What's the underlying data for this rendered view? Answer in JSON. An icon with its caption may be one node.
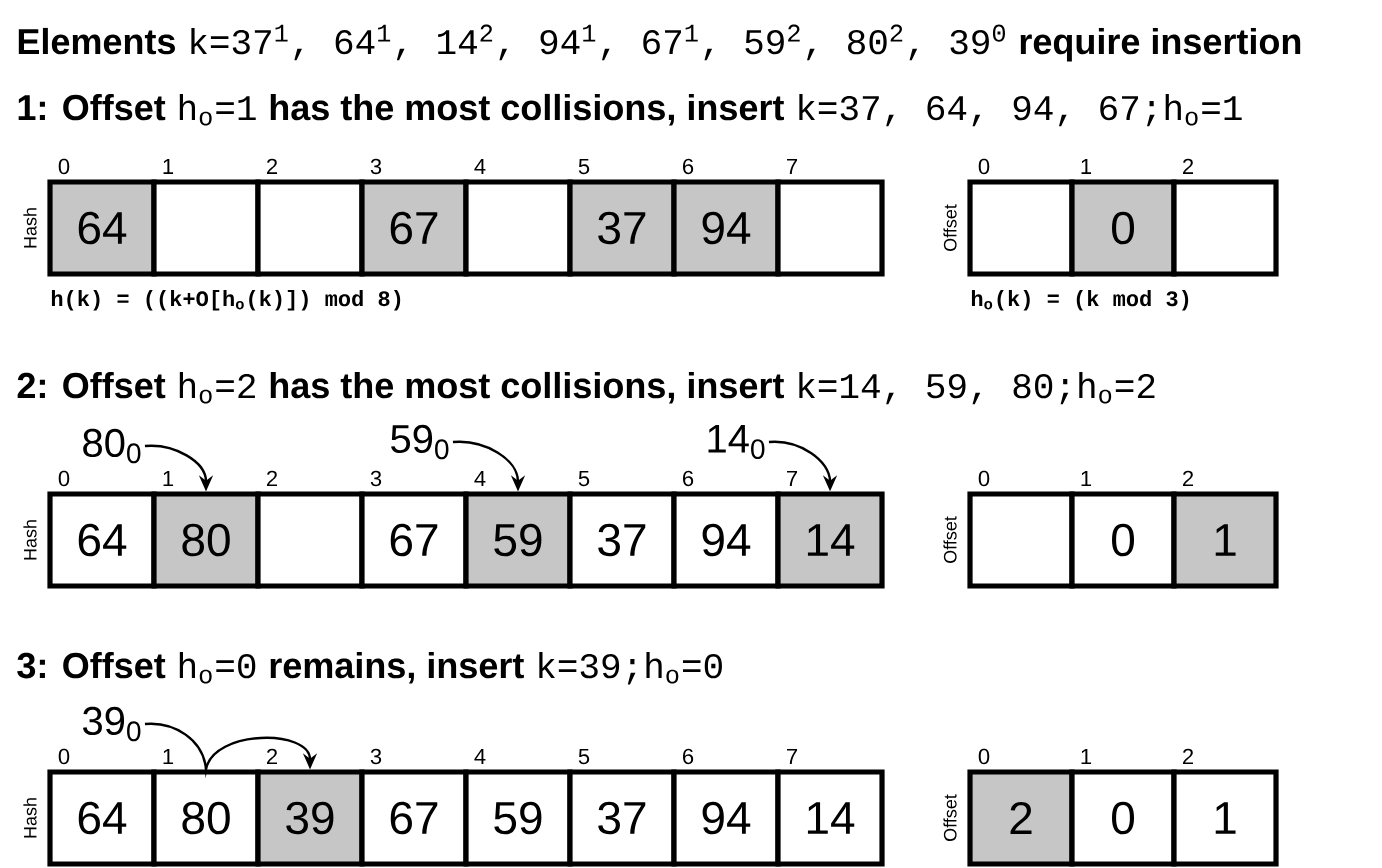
{
  "diagram": {
    "nodes": [
      {
        "text": [
          "64"
        ]
      },
      {
        "text": [],
        "shape": "box"
      },
      {
        "text": [],
        "shape": "box"
      },
      {
        "text": [
          "67"
        ]
      },
      {
        "text": [],
        "shape": "box"
      },
      {
        "text": [
          "37"
        ]
      },
      {
        "text": [
          "94"
        ]
      },
      {
        "text": [],
        "shape": "box"
      },
      {
        "text": [],
        "shape": "box"
      },
      {
        "text": [
          "0"
        ]
      },
      {
        "text": [],
        "shape": "box"
      },
      {
        "text": [
          "80$_{0}$"
        ]
      },
      {
        "text": [
          "59$_{0}$"
        ]
      },
      {
        "text": [
          "14$_{0}$"
        ]
      },
      {
        "text": [
          "64"
        ]
      },
      {
        "text": [
          "80"
        ]
      },
      {
        "text": [],
        "shape": "box"
      },
      {
        "text": [
          "67"
        ]
      },
      {
        "text": [
          "59"
        ]
      },
      {
        "text": [
          "37"
        ]
      },
      {
        "text": [
          "94"
        ]
      },
      {
        "text": [
          "14"
        ]
      },
      {
        "text": [],
        "shape": "box"
      },
      {
        "text": [
          "0"
        ]
      },
      {
        "text": [
          "1"
        ]
      },
      {
        "text": [
          "39$_{0}$"
        ]
      },
      {
        "text": [
          "64"
        ]
      },
      {
        "text": [
          "80"
        ]
      },
      {
        "text": [
          "39"
        ]
      },
      {
        "text": [
          "67"
        ]
      },
      {
        "text": [
          "59"
        ]
      },
      {
        "text": [
          "37"
        ]
      },
      {
        "text": [
          "94"
        ]
      },
      {
        "text": [
          "14"
        ]
      },
      {
        "text": [
          "2"
        ]
      },
      {
        "text": [
          "0"
        ]
      },
      {
        "text": [
          "1"
        ]
      }
    ],
    "edges": [
      {
        "from": 11,
        "to": 15,
        "arrow": "to"
      },
      {
        "from": 12,
        "to": 18,
        "arrow": "to"
      },
      {
        "from": 13,
        "to": 21,
        "arrow": "to"
      },
      {
        "from": 25,
        "to": 28,
        "arrow": "to"
      }
    ],
    "labels": [
      "Elements",
      "k=37$^{1}$, 64$^{1}$, 14$^{2}$, 94$^{1}$, 67$^{1}$, 59$^{2}$, 80$^{2}$, 39$^{0}$",
      "require insertion",
      "1: Offset",
      "h$_{o}$=1",
      "has the most collisions, insert",
      "k=37, 64, 94, 67;h$_{o}$=1",
      "0",
      "1",
      "2",
      "3",
      "4",
      "5",
      "6",
      "7",
      "0",
      "1",
      "2",
      "Hash",
      "Offset",
      "h(k) = ((k+O[h$_{o}$(k)]) mod 8)",
      "h$_{o}$(k) = (k mod 3)",
      "2: Offset",
      "h$_{o}$=2",
      "has the most collisions, insert",
      "k=14, 59, 80;h$_{o}$=2",
      "0",
      "1",
      "2",
      "3",
      "4",
      "5",
      "6",
      "7",
      "0",
      "1",
      "2",
      "Hash",
      "Offset",
      "3: Offset",
      "h$_{o}$=0",
      "remains, insert",
      "k=39;h$_{o}$=0",
      "0",
      "1",
      "2",
      "3",
      "4",
      "5",
      "6",
      "7",
      "0",
      "1",
      "2",
      "Hash",
      "Offset"
    ]
  }
}
